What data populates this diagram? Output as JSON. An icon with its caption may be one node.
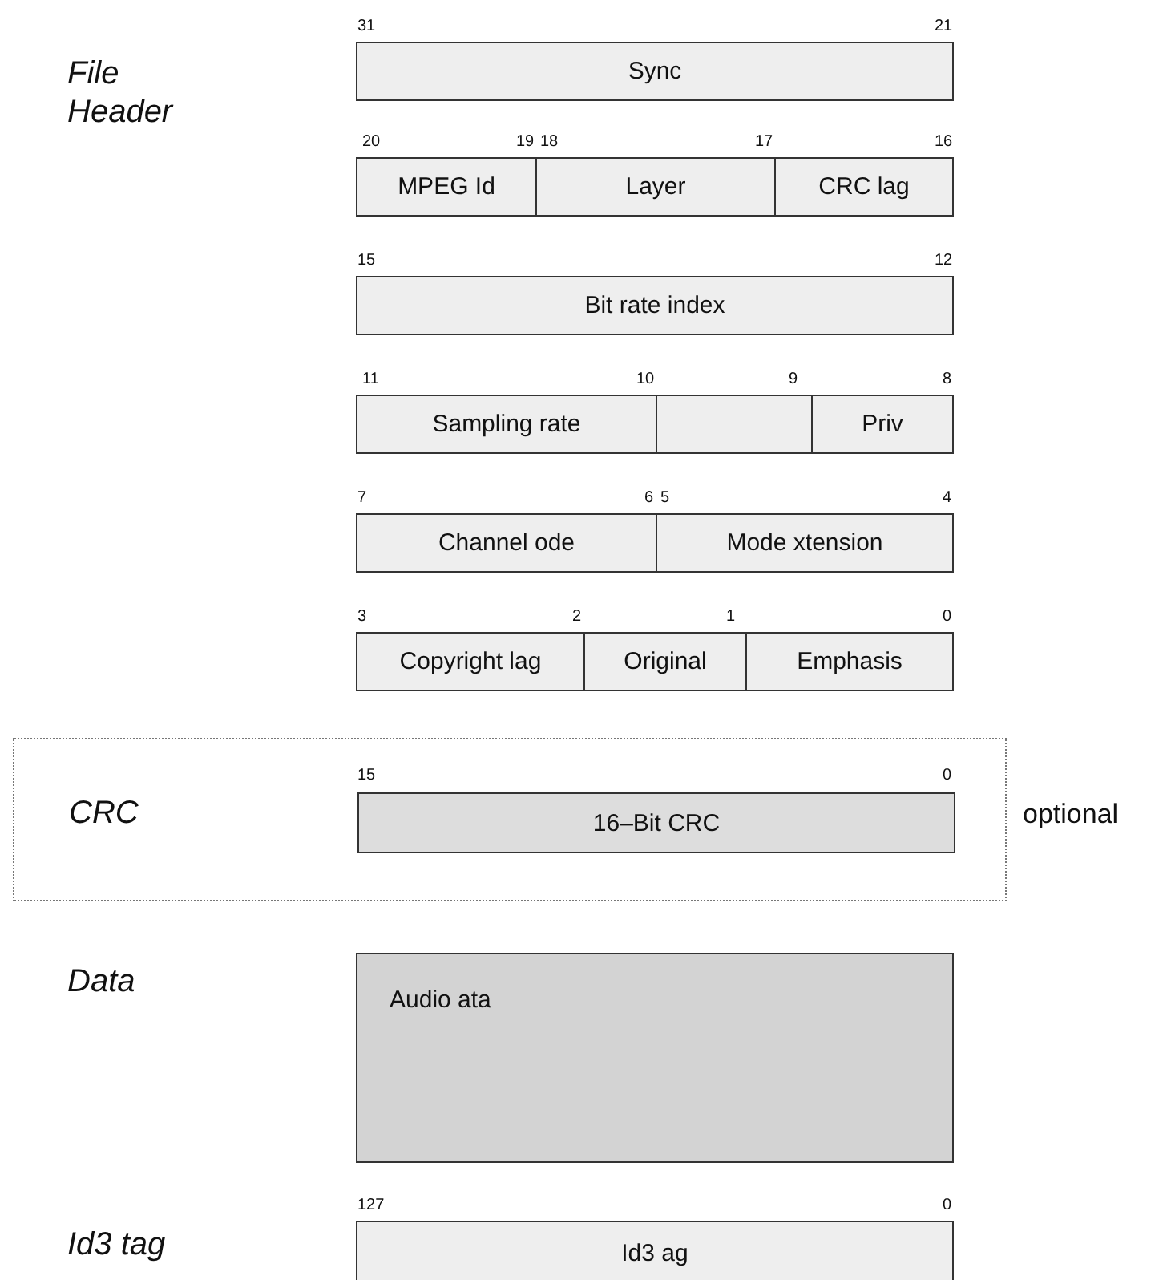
{
  "diagram": {
    "nodes": [
      {
        "text": [
          "Sync"
        ]
      },
      {
        "text": [
          "MPEG Id"
        ]
      },
      {
        "text": [
          "Layer"
        ]
      },
      {
        "text": [
          "CRC lag"
        ]
      },
      {
        "text": [
          "Bit rate index"
        ]
      },
      {
        "text": [
          "Sampling rate"
        ]
      },
      {
        "text": [],
        "shape": "box"
      },
      {
        "text": [
          "Priv"
        ]
      },
      {
        "text": [
          "Channel ode"
        ]
      },
      {
        "text": [
          "Mode xtension"
        ]
      },
      {
        "text": [
          "Copyright lag"
        ]
      },
      {
        "text": [
          "Original"
        ]
      },
      {
        "text": [
          "Emphasis"
        ]
      },
      {
        "text": [
          "CRC"
        ],
        "beside": [
          "optional"
        ]
      },
      {
        "text": [
          "16–Bit CRC"
        ],
        "in": 13
      },
      {
        "text": [
          "Audio ata"
        ]
      },
      {
        "text": [
          "Id3 ag"
        ]
      }
    ],
    "labels": [
      "31",
      "21",
      "File Header",
      "20",
      "19",
      "18",
      "17",
      "16",
      "15",
      "12",
      "11",
      "10",
      "9",
      "8",
      "7",
      "6",
      "5",
      "4",
      "3",
      "2",
      "1",
      "0",
      "15",
      "0",
      "Data",
      "127",
      "0",
      "Id3 tag"
    ]
  }
}
